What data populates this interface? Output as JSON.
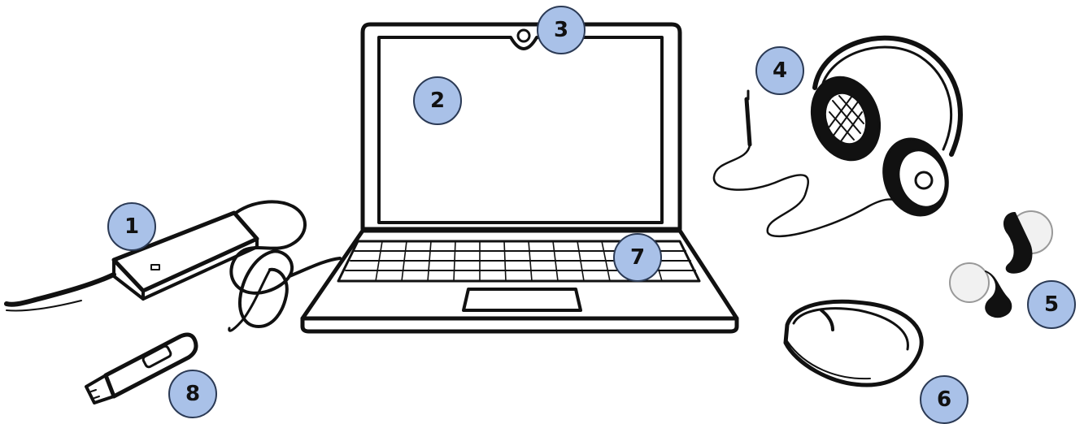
{
  "colors": {
    "badge_fill": "#a9c1e8",
    "badge_stroke": "#2b3a55",
    "line": "#111111",
    "background": "#ffffff"
  },
  "items": [
    {
      "number": "1",
      "icon": "power-adapter-icon"
    },
    {
      "number": "2",
      "icon": "laptop-screen-icon"
    },
    {
      "number": "3",
      "icon": "webcam-icon"
    },
    {
      "number": "4",
      "icon": "wired-headphones-icon"
    },
    {
      "number": "5",
      "icon": "wireless-earbuds-icon"
    },
    {
      "number": "6",
      "icon": "mouse-icon"
    },
    {
      "number": "7",
      "icon": "keyboard-icon"
    },
    {
      "number": "8",
      "icon": "usb-flash-drive-icon"
    }
  ]
}
